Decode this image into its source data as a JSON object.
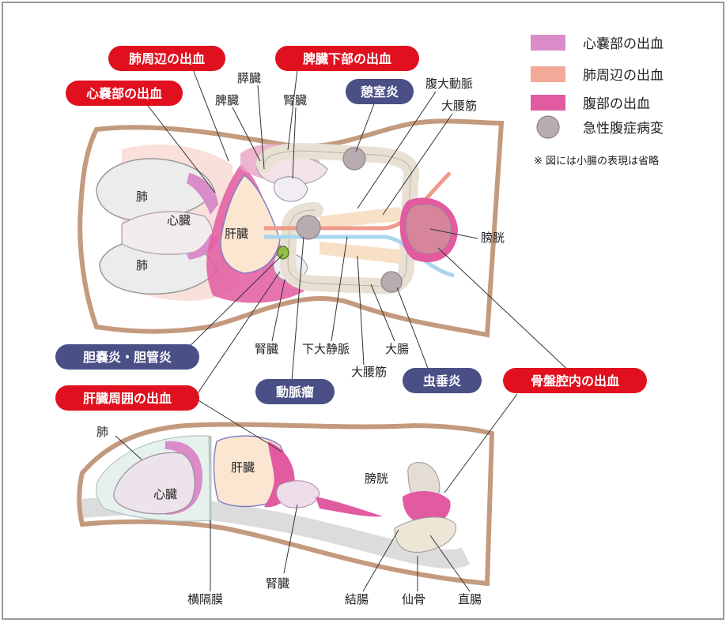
{
  "colors": {
    "pericardial": "#d98cc8",
    "pulmonary": "#f2a998",
    "abdominal": "#e25aa0",
    "lesion": "#b9acb0",
    "red_pill": "#e0101e",
    "navy_pill": "#4a4f86",
    "body_outline": "#c49a7e"
  },
  "legend": [
    {
      "label": "心嚢部の出血",
      "color": "#d98cc8",
      "shape": "rect"
    },
    {
      "label": "肺周辺の出血",
      "color": "#f2a998",
      "shape": "rect"
    },
    {
      "label": "腹部の出血",
      "color": "#e25aa0",
      "shape": "rect"
    },
    {
      "label": "急性腹症病変",
      "color": "#b9acb0",
      "shape": "circle"
    }
  ],
  "note": "※ 図には小腸の表現は省略",
  "callouts": {
    "lung_hem": "肺周辺の出血",
    "pericardial_hem": "心嚢部の出血",
    "spleen_hem": "脾臓下部の出血",
    "diverticulitis": "憩室炎",
    "cholecystitis": "胆嚢炎・胆管炎",
    "hepatic_hem": "肝臓周囲の出血",
    "aneurysm": "動脈瘤",
    "appendicitis": "虫垂炎",
    "pelvic_hem": "骨盤腔内の出血"
  },
  "labels_top": {
    "pancreas": "膵臓",
    "spleen": "脾臓",
    "kidney_top": "腎臓",
    "aorta": "腹大動脈",
    "psoas_top": "大腰筋",
    "lung_upper": "肺",
    "heart": "心臓",
    "liver": "肝臓",
    "lung_lower": "肺",
    "bladder": "膀胱",
    "kidney_bottom": "腎臓",
    "ivc": "下大静脈",
    "large_intestine": "大腸",
    "psoas_bottom": "大腰筋"
  },
  "labels_side": {
    "lung": "肺",
    "liver": "肝臓",
    "heart": "心臓",
    "bladder": "膀胱",
    "diaphragm": "横隔膜",
    "kidney": "腎臓",
    "colon": "結腸",
    "sacrum": "仙骨",
    "rectum": "直腸"
  }
}
